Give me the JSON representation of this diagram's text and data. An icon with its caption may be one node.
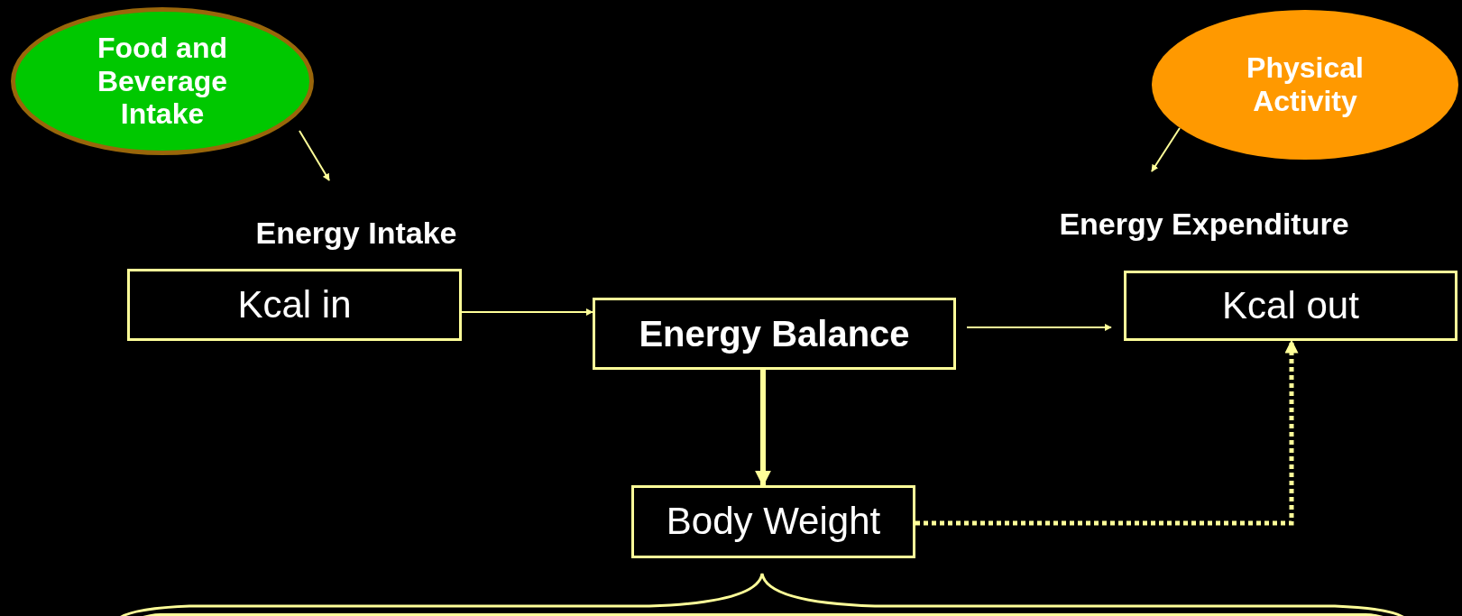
{
  "diagram": {
    "nodes": [
      {
        "text": [
          "Food and Beverage Intake"
        ]
      },
      {
        "text": [
          "Energy Intake"
        ]
      },
      {
        "text": [
          "Kcal in"
        ]
      },
      {
        "text": [
          "Energy Balance"
        ]
      },
      {
        "text": [
          "Physical Activity"
        ]
      },
      {
        "text": [
          "Energy Expenditure"
        ]
      },
      {
        "text": [
          "Kcal out"
        ]
      },
      {
        "text": [
          "Body Weight"
        ]
      },
      {
        "text": [],
        "shape": "box"
      }
    ],
    "edges": [
      {
        "from": 0,
        "to": 1,
        "arrow": "to"
      },
      {
        "from": 4,
        "to": 5,
        "arrow": "to"
      },
      {
        "from": 2,
        "to": 3,
        "arrow": "to"
      },
      {
        "from": 3,
        "to": 6,
        "arrow": "to"
      },
      {
        "from": 3,
        "to": 7,
        "arrow": "to",
        "style": "thick"
      },
      {
        "from": 7,
        "to": 6,
        "arrow": "to",
        "style": "dashed"
      }
    ]
  }
}
